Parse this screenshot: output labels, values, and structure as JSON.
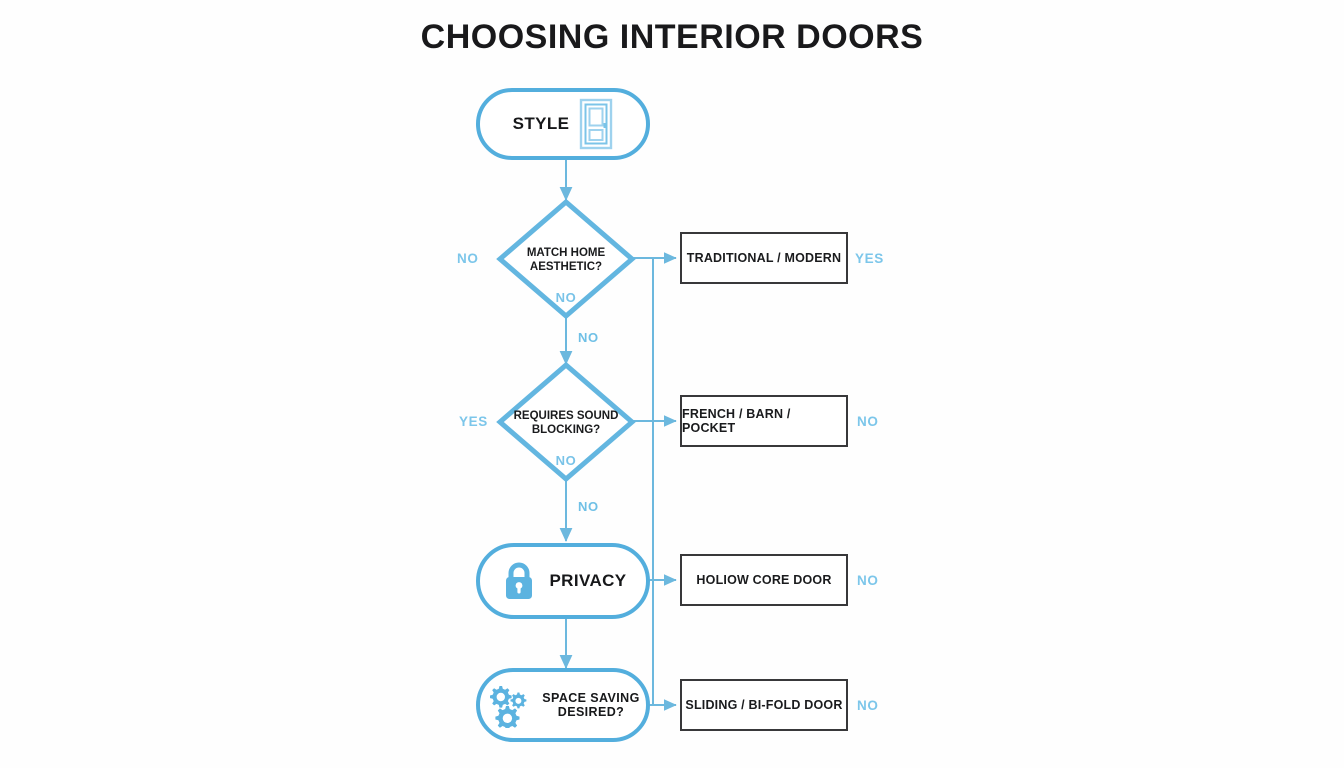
{
  "page": {
    "title": "CHOOSING INTERIOR DOORS",
    "background_color": "#fefefe",
    "accent_color": "#53aedd",
    "label_color": "#6fc0e6",
    "box_border_color": "#38383a",
    "text_color": "#19191b"
  },
  "nodes": {
    "style": {
      "type": "pill",
      "label": "STYLE",
      "icon": "door-icon"
    },
    "aesthetic": {
      "type": "decision",
      "label": "MATCH HOME\nAESTHETIC?",
      "inner_label": "NO",
      "left_label": "NO",
      "right_label": "YES"
    },
    "sound": {
      "type": "decision",
      "label": "REQUIRES SOUND\nBLOCKING?",
      "inner_label": "NO",
      "left_label": "YES",
      "right_label": "NO"
    },
    "privacy": {
      "type": "pill",
      "label": "PRIVACY",
      "icon": "lock-icon",
      "right_label": "NO"
    },
    "space_saving": {
      "type": "pill",
      "label": "SPACE SAVING\nDESIRED?",
      "icon": "gears-icon",
      "right_label": "NO"
    }
  },
  "results": [
    {
      "label": "TRADITIONAL / MODERN",
      "side_label": "YES"
    },
    {
      "label": "FRENCH / BARN / POCKET",
      "side_label": "NO"
    },
    {
      "label": "HOLIOW CORE DOOR",
      "side_label": "NO"
    },
    {
      "label": "SLIDING / BI-FOLD DOOR",
      "side_label": "NO"
    }
  ],
  "connector_labels": {
    "style_to_aesthetic": "",
    "aesthetic_to_sound": "NO",
    "sound_to_privacy": "NO"
  }
}
